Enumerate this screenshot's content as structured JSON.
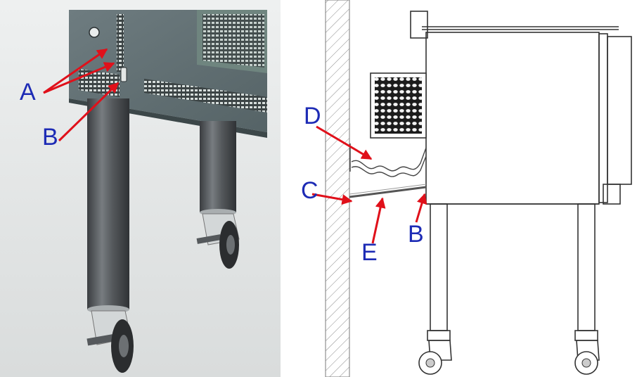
{
  "left_panel": {
    "callouts": {
      "a": "A",
      "b": "B"
    }
  },
  "right_panel": {
    "callouts": {
      "b": "B",
      "c": "C",
      "d": "D",
      "e": "E"
    }
  },
  "colors": {
    "callout_text": "#1d2bb5",
    "arrow": "#e0101a",
    "oven_panel": "#5f6f72",
    "leg": "#4d5154",
    "grille": "#8aa39c"
  }
}
